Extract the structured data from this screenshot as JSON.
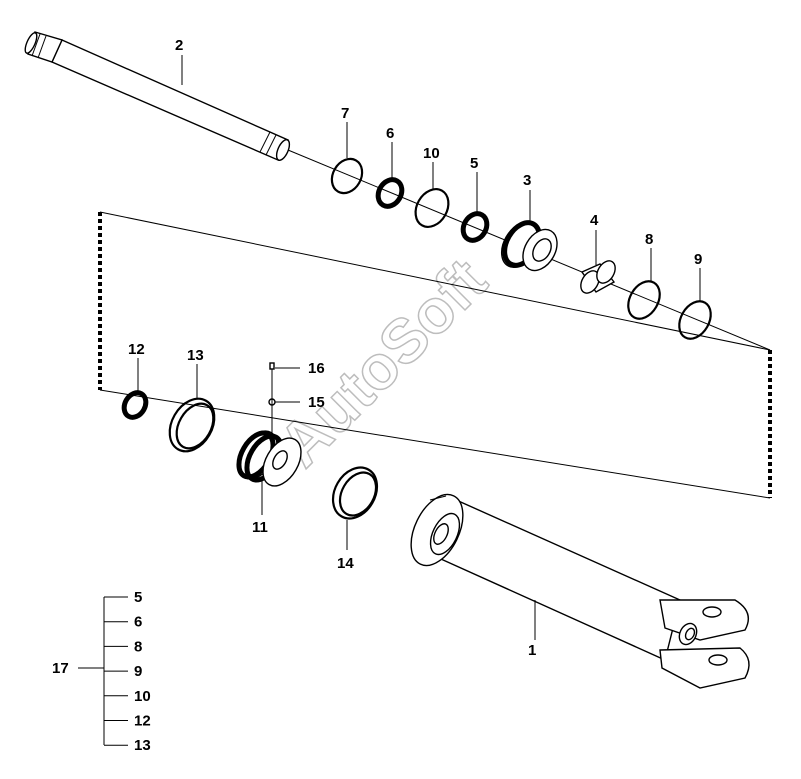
{
  "watermark": "AutoSoft",
  "callouts": {
    "c1": "1",
    "c2": "2",
    "c3": "3",
    "c4": "4",
    "c5": "5",
    "c6": "6",
    "c7": "7",
    "c8": "8",
    "c9": "9",
    "c10": "10",
    "c11": "11",
    "c12": "12",
    "c13": "13",
    "c14": "14",
    "c15": "15",
    "c16": "16"
  },
  "kit": {
    "label": "17",
    "items": [
      "5",
      "6",
      "8",
      "9",
      "10",
      "12",
      "13"
    ]
  }
}
